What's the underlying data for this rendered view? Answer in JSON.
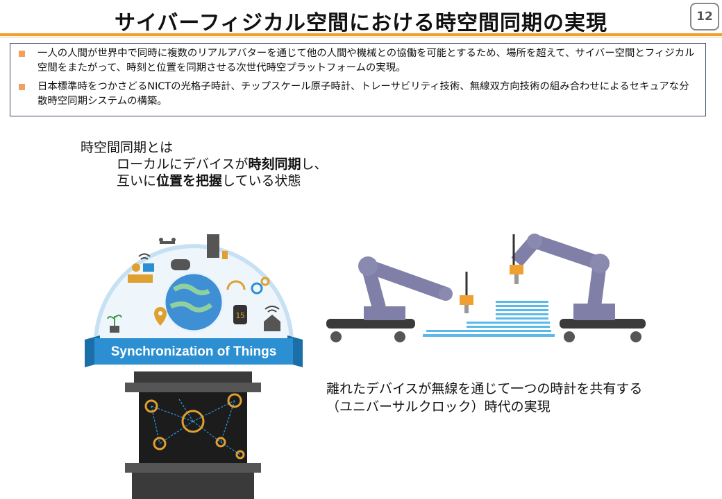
{
  "slide": {
    "title": "サイバーフィジカル空間における時空間同期の実現",
    "page_number": "12"
  },
  "summary": {
    "bullets": [
      "一人の人間が世界中で同時に複数のリアルアバターを通じて他の人間や機械との協働を可能とするため、場所を超えて、サイバー空間とフィジカル空間をまたがって、時刻と位置を同期させる次世代時空プラットフォームの実現。",
      "日本標準時をつかさどるNICTの光格子時計、チップスケール原子時計、トレーサビリティ技術、無線双方向技術の組み合わせによるセキュアな分散時空同期システムの構築。"
    ]
  },
  "definition": {
    "heading": "時空間同期とは",
    "line1_a": "ローカルにデバイスが",
    "line1_bold": "時刻同期",
    "line1_b": "し、",
    "line2_a": "互いに",
    "line2_bold": "位置を把握",
    "line2_b": "している状態"
  },
  "illustration": {
    "banner": "Synchronization of Things",
    "watch_digits": "15",
    "icons": [
      "drone-icon",
      "door-sensor-icon",
      "wifi-icon",
      "gamepad-icon",
      "person-desk-icon",
      "globe-icon",
      "headphones-icon",
      "gears-icon",
      "plant-icon",
      "location-pin-icon",
      "smartwatch-icon",
      "home-icon",
      "clock-network-icon",
      "robot-arm-icon",
      "antenna-icon",
      "3d-printed-layers-icon"
    ]
  },
  "caption": {
    "line1": "離れたデバイスが無線を通じて一つの時計を共有する",
    "line2": "（ユニバーサルクロック）時代の実現"
  },
  "colors": {
    "accent_orange": "#f0a030",
    "bullet": "#f0a060",
    "box_border": "#3c4a6e",
    "banner_blue": "#2b8fd1",
    "robot_purple": "#7f7fa8",
    "layer_blue": "#59b9ea"
  }
}
